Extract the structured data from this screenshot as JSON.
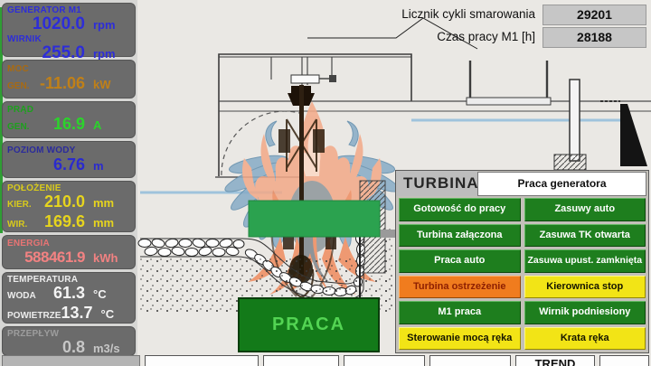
{
  "gauges": {
    "generator": {
      "label": "GENERATOR M1",
      "value": "1020.0",
      "unit": "rpm"
    },
    "wirnik": {
      "label": "WIRNIK",
      "value": "255.0",
      "unit": "rpm"
    },
    "moc": {
      "label": "MOC",
      "sub_label": "GEN.",
      "value": "-11.06",
      "unit": "kW"
    },
    "prad": {
      "label": "PRĄD",
      "sub_label": "GEN.",
      "value": "16.9",
      "unit": "A"
    },
    "poziom_wody": {
      "label": "POZIOM WODY",
      "value": "6.76",
      "unit": "m"
    },
    "polozenie": {
      "label": "POŁOŻENIE",
      "rows": [
        {
          "name": "KIER.",
          "value": "210.0",
          "unit": "mm"
        },
        {
          "name": "WIR.",
          "value": "169.6",
          "unit": "mm"
        }
      ]
    },
    "energia": {
      "label": "ENERGIA",
      "value": "588461.9",
      "unit": "kWh"
    },
    "temperatura": {
      "label": "TEMPERATURA",
      "rows": [
        {
          "name": "WODA",
          "value": "61.3",
          "unit": "°C"
        },
        {
          "name": "POWIETRZE",
          "value": "13.7",
          "unit": "°C"
        }
      ]
    },
    "przeplyw": {
      "label": "PRZEPŁYW",
      "value": "0.8",
      "unit": "m3/s"
    }
  },
  "counters": {
    "smarowanie": {
      "label": "Licznik cykli smarowania",
      "value": "29201"
    },
    "czas_pracy": {
      "label": "Czas pracy M1 [h]",
      "value": "28188"
    }
  },
  "status_panel": {
    "tab_turbina": "TURBINA",
    "tab_generator": "Praca generatora",
    "buttons": [
      {
        "label": "Gotowość do pracy",
        "state": "green"
      },
      {
        "label": "Zasuwy auto",
        "state": "green"
      },
      {
        "label": "Turbina załączona",
        "state": "green"
      },
      {
        "label": "Zasuwa TK otwarta",
        "state": "green"
      },
      {
        "label": "Praca auto",
        "state": "green"
      },
      {
        "label": "Zasuwa upust. zamknięta",
        "state": "green"
      },
      {
        "label": "Turbina ostrzeżenie",
        "state": "orange"
      },
      {
        "label": "Kierownica stop",
        "state": "yellow"
      },
      {
        "label": "M1 praca",
        "state": "green"
      },
      {
        "label": "Wirnik podniesiony",
        "state": "green"
      },
      {
        "label": "Sterowanie mocą ręka",
        "state": "yellow"
      },
      {
        "label": "Krata ręka",
        "state": "yellow"
      }
    ]
  },
  "main_status": {
    "label": "PRACA"
  },
  "bottom_bar": {
    "trend_label": "TREND"
  },
  "colors": {
    "status_green": "#1e7e1e",
    "status_yellow": "#f2e416",
    "status_warning_orange": "#f07c1e",
    "praca_green": "#137a19",
    "value_blue": "#2d2dd8",
    "value_green": "#2bd42b",
    "value_amber": "#c08018",
    "value_yellow": "#e6d41e",
    "value_red": "#f28282",
    "water_blue": "#9fc3dc"
  }
}
